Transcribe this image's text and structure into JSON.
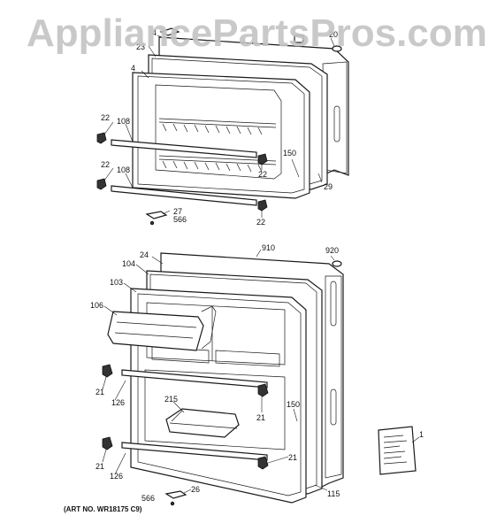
{
  "watermark": "AppliancePartsPros.com",
  "art_number": "(ART NO. WR18175 C9)",
  "callouts": {
    "c_4a": "4",
    "c_4b": "4",
    "c_20": "20",
    "c_23": "23",
    "c_22a": "22",
    "c_108a": "108",
    "c_22b": "22",
    "c_150a": "150",
    "c_22c": "22",
    "c_108b": "108",
    "c_29": "29",
    "c_22d": "22",
    "c_27": "27",
    "c_566a": "566",
    "c_910": "910",
    "c_920": "920",
    "c_24": "24",
    "c_104": "104",
    "c_103": "103",
    "c_106": "106",
    "c_21a": "21",
    "c_126a": "126",
    "c_215": "215",
    "c_21b": "21",
    "c_150b": "150",
    "c_21c": "21",
    "c_21d": "21",
    "c_126b": "126",
    "c_1": "1",
    "c_115": "115",
    "c_26": "26",
    "c_566b": "566"
  },
  "colors": {
    "line": "#1a1a1a",
    "watermark": "#c4c4c4",
    "background": "#ffffff"
  }
}
